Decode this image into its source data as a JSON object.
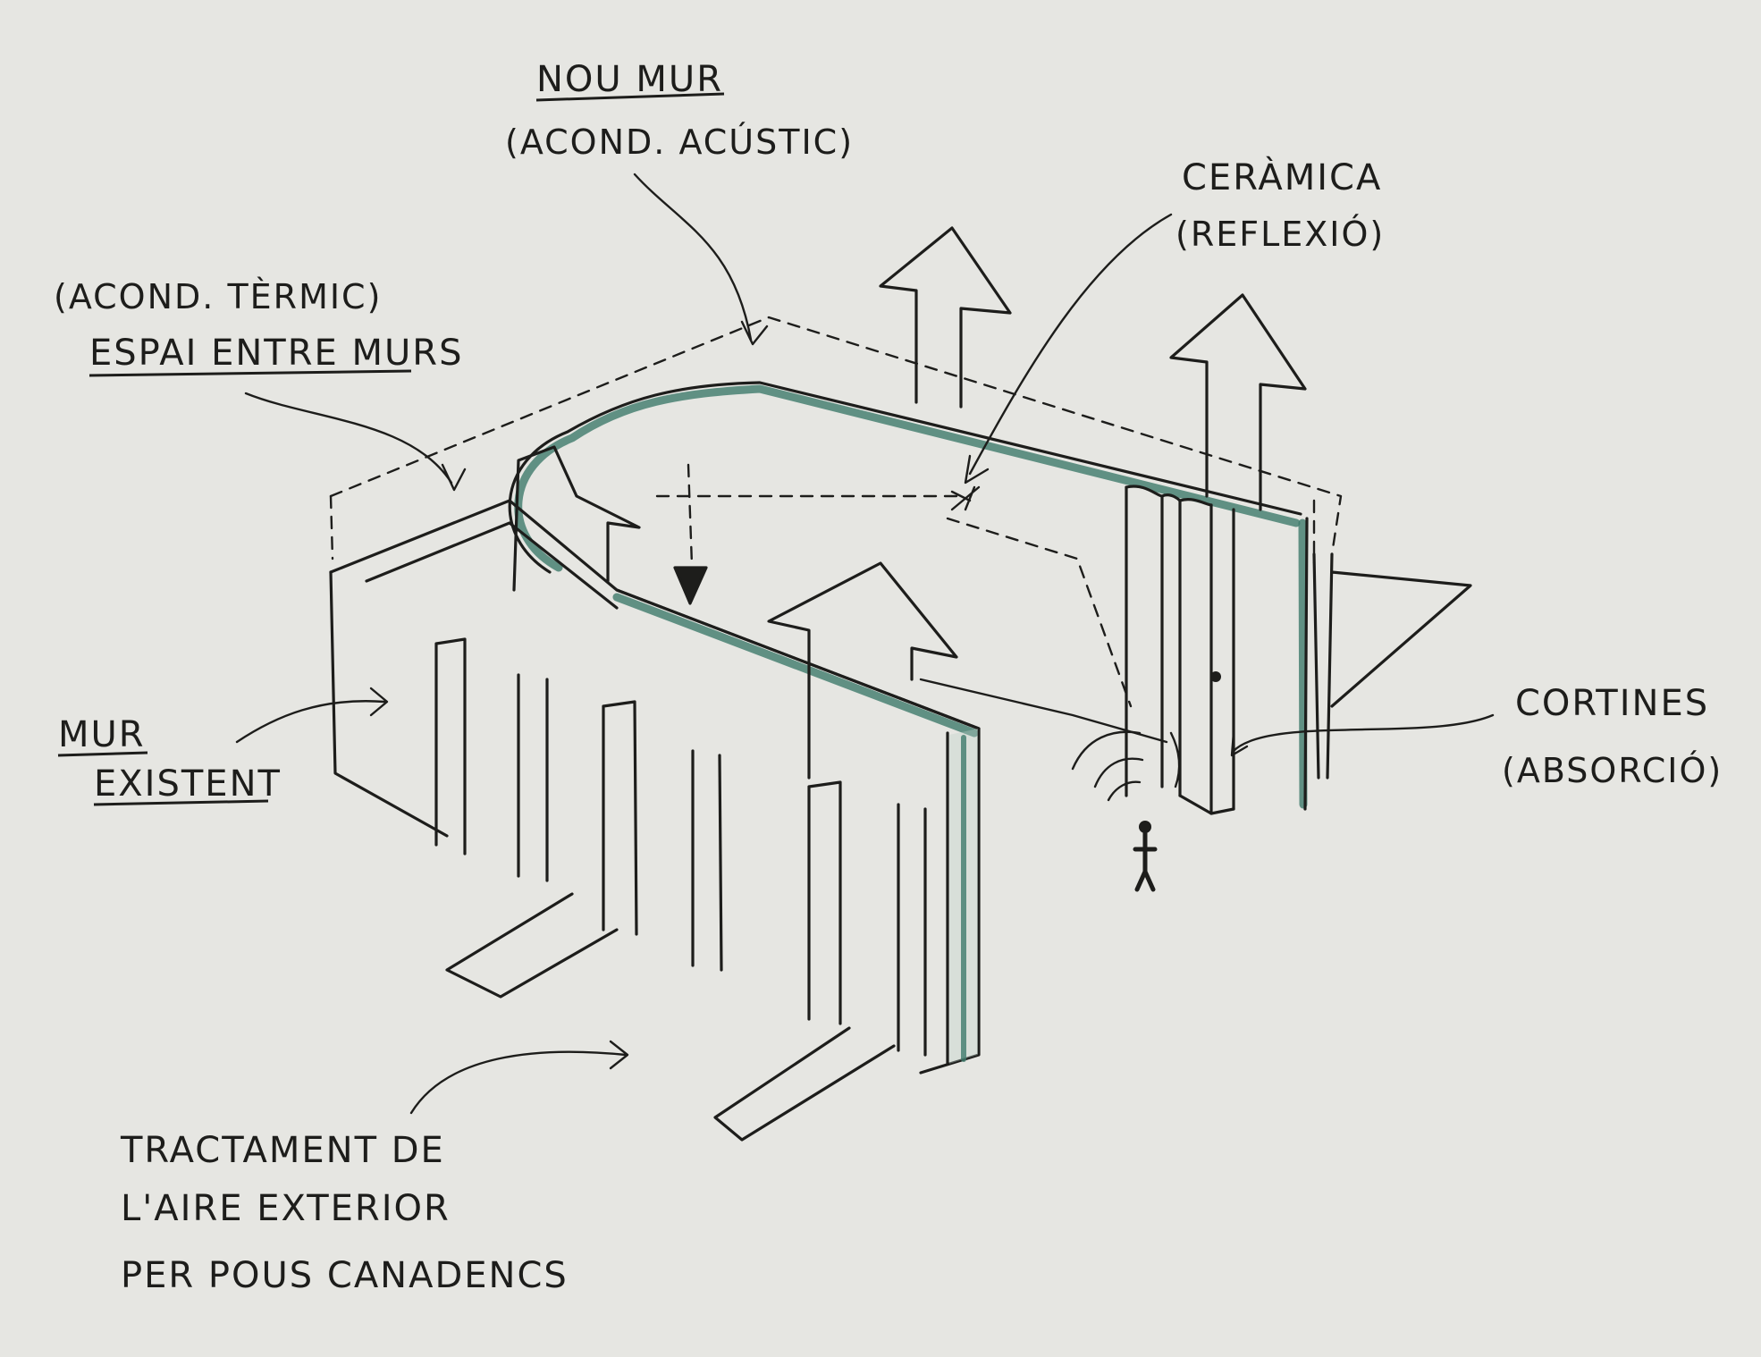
{
  "labels": {
    "nou_mur_title": "NOU MUR",
    "nou_mur_sub": "(ACOND. ACÚSTIC)",
    "espai_sub": "(ACOND. TÈRMIC)",
    "espai_title": "ESPAI ENTRE MURS",
    "ceramica_title": "CERÀMICA",
    "ceramica_sub": "(REFLEXIÓ)",
    "mur_existent_l1": "MUR",
    "mur_existent_l2": "EXISTENT",
    "cortines_title": "CORTINES",
    "cortines_sub": "(ABSORCIÓ)",
    "tractament_l1": "TRACTAMENT DE",
    "tractament_l2": "L'AIRE EXTERIOR",
    "tractament_l3": "PER POUS CANADENCS"
  },
  "colors": {
    "ink": "#1d1d1b",
    "paper": "#e6e6e2",
    "glass": "#3e7a6c"
  }
}
